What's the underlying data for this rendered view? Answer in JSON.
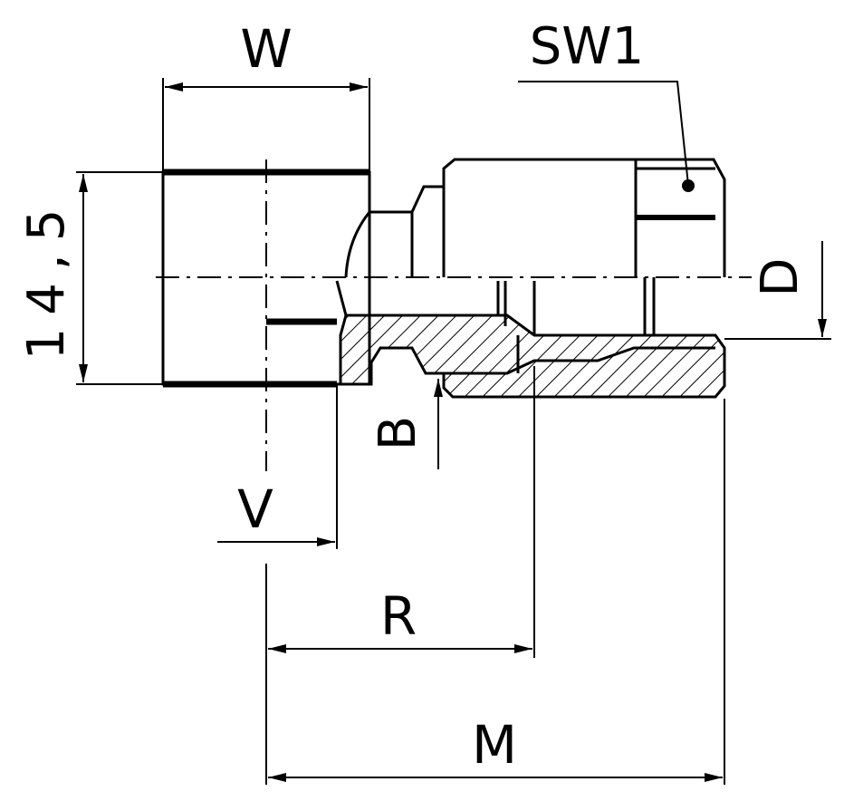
{
  "labels": {
    "w": "W",
    "sw1": "SW1",
    "height": "14,5",
    "d": "D",
    "b": "B",
    "v": "V",
    "r": "R",
    "m": "M"
  },
  "colors": {
    "stroke": "#000000",
    "background": "#ffffff"
  }
}
